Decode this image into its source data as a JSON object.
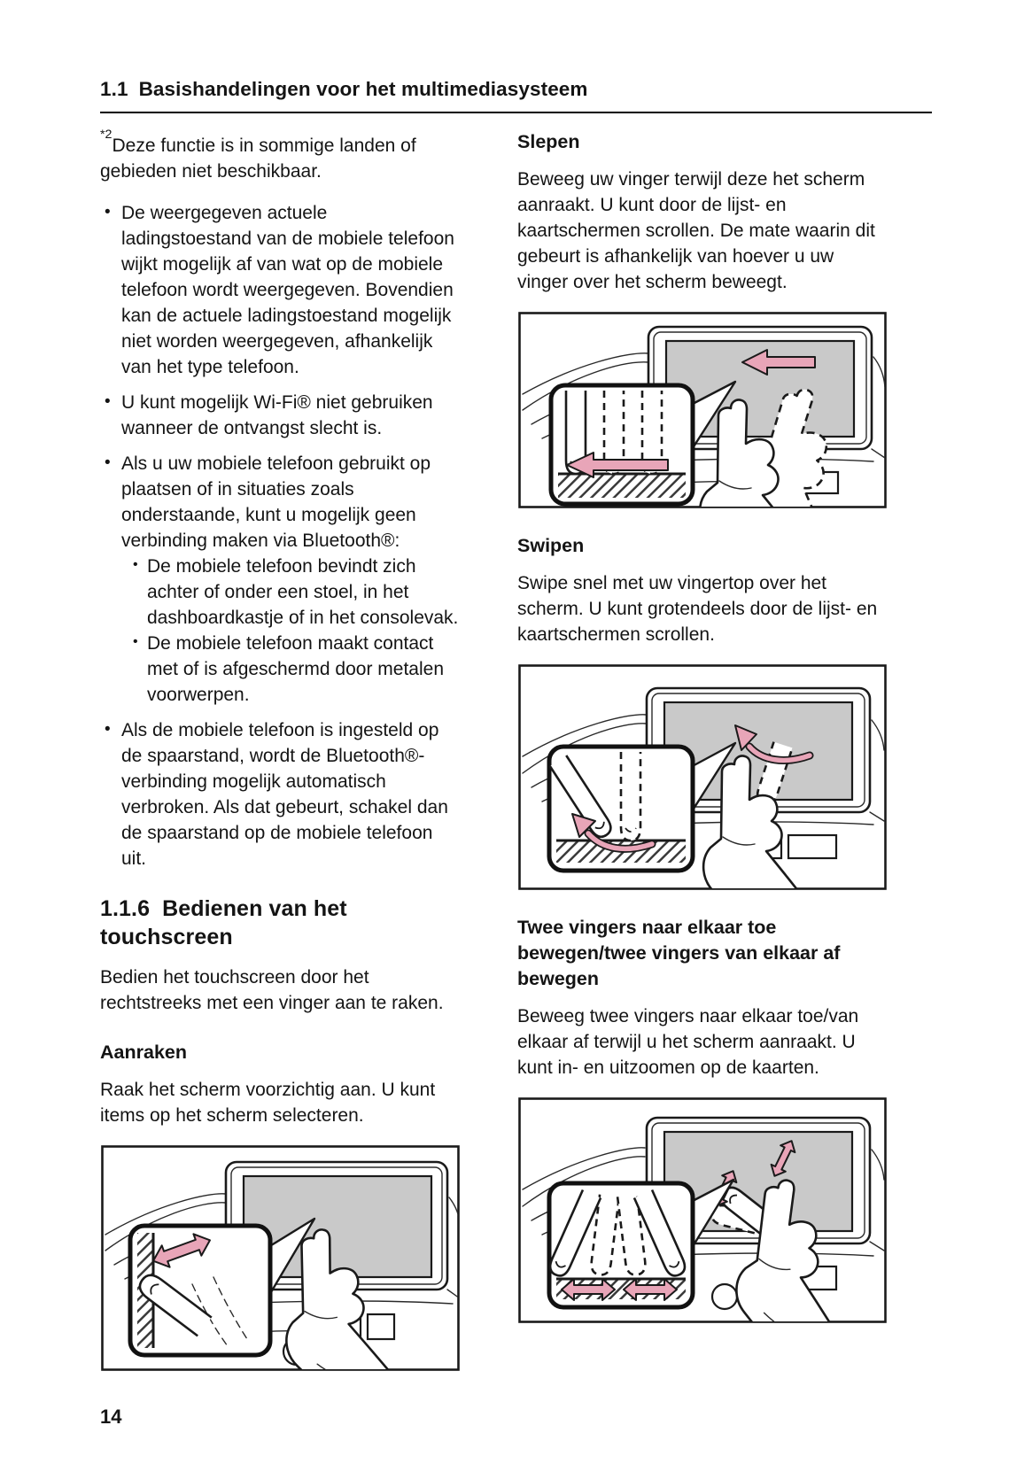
{
  "header": {
    "section_number": "1.1",
    "title": "Basishandelingen voor het multimediasysteem"
  },
  "page_number": "14",
  "left": {
    "footnote_marker": "*2",
    "footnote_text": "Deze functie is in sommige landen of gebieden niet beschikbaar.",
    "bullets": [
      {
        "text": "De weergegeven actuele ladingstoestand van de mobiele telefoon wijkt mogelijk af van wat op de mobiele telefoon wordt weergegeven. Bovendien kan de actuele ladingstoestand mogelijk niet worden weergegeven, afhankelijk van het type telefoon."
      },
      {
        "text": "U kunt mogelijk Wi-Fi® niet gebruiken wanneer de ontvangst slecht is."
      },
      {
        "text": "Als u uw mobiele telefoon gebruikt op plaatsen of in situaties zoals onderstaande, kunt u mogelijk geen verbinding maken via Bluetooth®:",
        "sub": [
          "De mobiele telefoon bevindt zich achter of onder een stoel, in het dashboardkastje of in het consolevak.",
          "De mobiele telefoon maakt contact met of is afgeschermd door metalen voorwerpen."
        ]
      },
      {
        "text": "Als de mobiele telefoon is ingesteld op de spaarstand, wordt de Bluetooth®-verbinding mogelijk automatisch verbroken. Als dat gebeurt, schakel dan de spaarstand op de mobiele telefoon uit."
      }
    ],
    "subsection": {
      "number": "1.1.6",
      "title": "Bedienen van het touchscreen"
    },
    "intro": "Bedien het touchscreen door het rechtstreeks met een vinger aan te raken.",
    "touch": {
      "heading": "Aanraken",
      "body": "Raak het scherm voorzichtig aan. U kunt items op het scherm selecteren."
    }
  },
  "right": {
    "drag": {
      "heading": "Slepen",
      "body": "Beweeg uw vinger terwijl deze het scherm aanraakt. U kunt door de lijst- en kaartschermen scrollen. De mate waarin dit gebeurt is afhankelijk van hoever u uw vinger over het scherm beweegt."
    },
    "swipe": {
      "heading": "Swipen",
      "body": "Swipe snel met uw vingertop over het scherm. U kunt grotendeels door de lijst- en kaartschermen scrollen."
    },
    "pinch": {
      "heading": "Twee vingers naar elkaar toe bewegen/twee vingers van elkaar af bewegen",
      "body": "Beweeg twee vingers naar elkaar toe/van elkaar af terwijl u het scherm aanraakt. U kunt in- en uitzoomen op de kaarten."
    }
  },
  "icons": {
    "drag_illustration": "drag-gesture-illustration",
    "swipe_illustration": "swipe-gesture-illustration",
    "pinch_illustration": "pinch-zoom-gesture-illustration",
    "touch_illustration": "touch-gesture-illustration"
  },
  "colors": {
    "arrow_pink": "#e8a5b8",
    "screen_gray": "#c9c9c9",
    "line": "#1a1a1a"
  }
}
